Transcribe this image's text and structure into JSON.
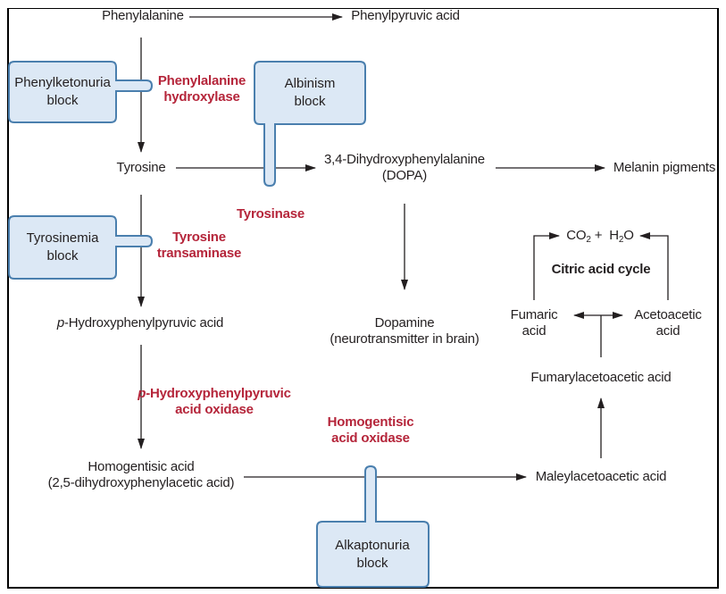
{
  "title": "Phenylalanine and tyrosine metabolism pathway with metabolic blocks",
  "compounds": {
    "phenylalanine": "Phenylalanine",
    "phenylpyruvic_acid": "Phenylpyruvic acid",
    "tyrosine": "Tyrosine",
    "dopa_line1": "3,4-Dihydroxyphenylalanine",
    "dopa_line2": "(DOPA)",
    "melanin": "Melanin pigments",
    "dopamine_line1": "Dopamine",
    "dopamine_line2": "(neurotransmitter in brain)",
    "phpp_prefix": "p",
    "phpp_rest": "-Hydroxyphenylpyruvic acid",
    "homogentisic_line1": "Homogentisic acid",
    "homogentisic_line2": "(2,5-dihydroxyphenylacetic acid)",
    "maleylacetoacetic": "Maleylacetoacetic acid",
    "fumarylacetoacetic": "Fumarylacetoacetic acid",
    "fumaric_line1": "Fumaric",
    "fumaric_line2": "acid",
    "acetoacetic_line1": "Acetoacetic",
    "acetoacetic_line2": "acid",
    "co2_a": "CO",
    "co2_sub": "2",
    "plus": " +  ",
    "h2o_a": "H",
    "h2o_sub": "2",
    "h2o_b": "O",
    "citric_cycle": "Citric acid cycle"
  },
  "enzymes": {
    "phe_hydroxylase_line1": "Phenylalanine",
    "phe_hydroxylase_line2": "hydroxylase",
    "tyrosinase": "Tyrosinase",
    "tyr_transaminase_line1": "Tyrosine",
    "tyr_transaminase_line2": "transaminase",
    "phpp_oxidase_prefix": "p",
    "phpp_oxidase_line1_rest": "-Hydroxyphenylpyruvic",
    "phpp_oxidase_line2": "acid oxidase",
    "hga_oxidase_line1": "Homogentisic",
    "hga_oxidase_line2": "acid oxidase"
  },
  "blocks": [
    {
      "line1": "Phenylketonuria",
      "line2": "block"
    },
    {
      "line1": "Albinism",
      "line2": "block"
    },
    {
      "line1": "Tyrosinemia",
      "line2": "block"
    },
    {
      "line1": "Alkaptonuria",
      "line2": "block"
    }
  ],
  "colors": {
    "enzyme_text": "#b5253a",
    "block_fill": "#dce8f5",
    "block_stroke": "#4a7fae",
    "arrow": "#231f20"
  }
}
